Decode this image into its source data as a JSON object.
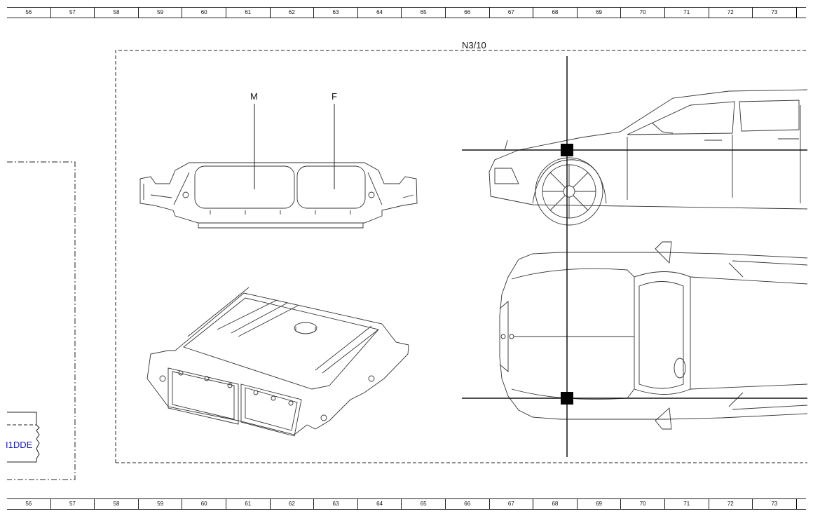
{
  "ruler_numbers": [
    "56",
    "57",
    "58",
    "59",
    "60",
    "61",
    "62",
    "63",
    "64",
    "65",
    "66",
    "67",
    "68",
    "69",
    "70",
    "71",
    "72",
    "73"
  ],
  "component": {
    "label": "N3/10",
    "connectors": {
      "m": "M",
      "f": "F"
    }
  },
  "left_box": {
    "label": "I1DDE"
  },
  "colors": {
    "line": "#222222",
    "link_text": "#1a1acc",
    "marker": "#000000"
  },
  "icons": [
    "ecu-front-view",
    "ecu-isometric-view",
    "car-side-view",
    "car-top-view",
    "location-marker"
  ]
}
